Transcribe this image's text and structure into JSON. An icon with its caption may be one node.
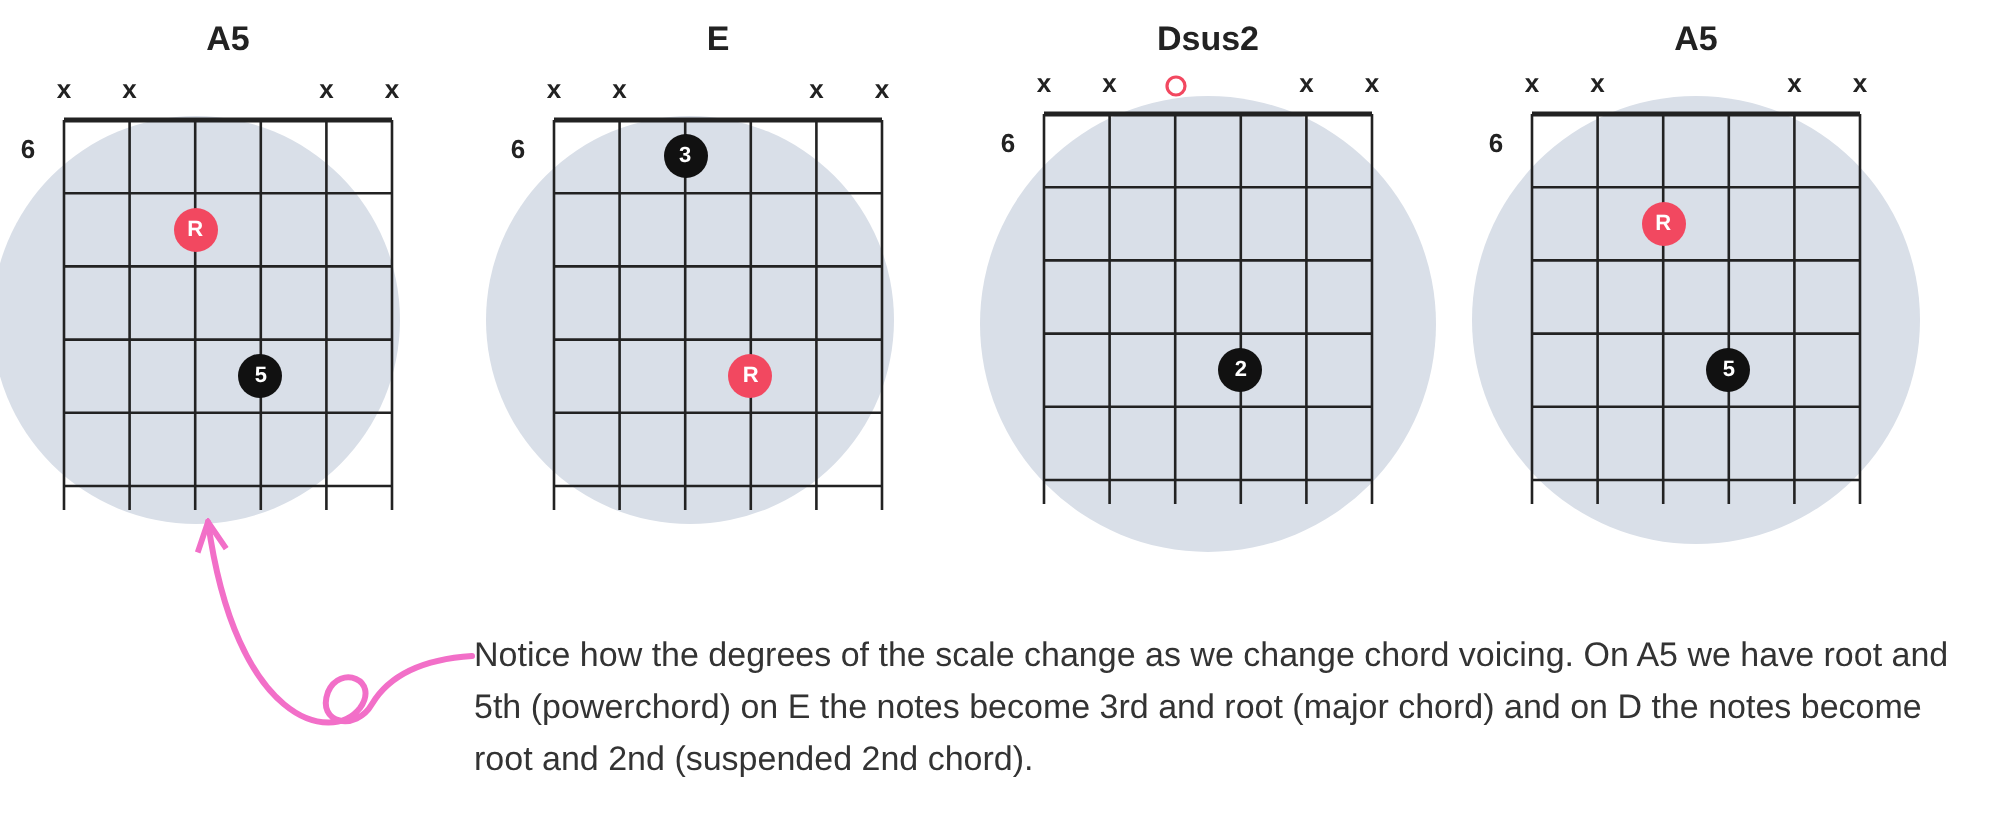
{
  "diagram": {
    "nodes": [
      {
        "text": [
          "A5"
        ],
        "beside": [
          "x",
          "x",
          "x",
          "x",
          "6"
        ]
      },
      {
        "text": [
          "R"
        ],
        "in": 0
      },
      {
        "text": [
          "5"
        ],
        "in": 0
      },
      {
        "text": [
          "E"
        ],
        "beside": [
          "x",
          "x",
          "x",
          "x",
          "6"
        ]
      },
      {
        "text": [
          "3"
        ],
        "in": 3
      },
      {
        "text": [
          "R"
        ],
        "in": 3
      },
      {
        "text": [
          "Dsus2"
        ],
        "beside": [
          "x",
          "x",
          "x",
          "x",
          "6"
        ]
      },
      {
        "text": [],
        "shape": "circle",
        "in": 6
      },
      {
        "text": [
          "2"
        ],
        "in": 6
      },
      {
        "text": [
          "A5"
        ],
        "beside": [
          "x",
          "x",
          "x",
          "x",
          "6"
        ]
      },
      {
        "text": [
          "R"
        ],
        "in": 9
      },
      {
        "text": [
          "5"
        ],
        "in": 9
      },
      {
        "text": [
          "Notice how the degrees of the scale change as we change chord voicing. On A5 we have root and 5th (powerchord) on E the notes become 3rd and root (major chord) and on D the notes become root and 2nd (suspended 2nd chord)."
        ]
      }
    ],
    "edges": [
      {
        "from": 12,
        "to": 0,
        "arrow": "to"
      }
    ]
  }
}
